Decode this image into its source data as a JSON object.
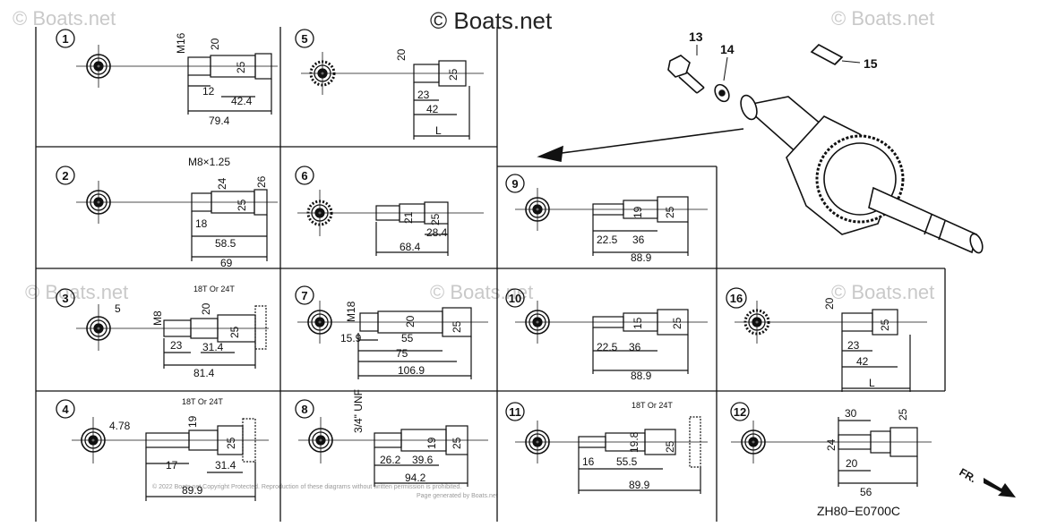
{
  "watermark": {
    "main": "© Boats.net",
    "corner": "© Boats.net"
  },
  "diagram_code": "ZH80−E0700C",
  "front_label": "FR.",
  "copyright_line1": "© 2022 Boats.net Copyright Protected. Reproduction of these diagrams without written permission is prohibited.",
  "copyright_line2": "Page generated by Boats.net",
  "callouts": [
    "1",
    "2",
    "3",
    "4",
    "5",
    "6",
    "7",
    "8",
    "9",
    "10",
    "11",
    "12",
    "13",
    "14",
    "15",
    "16"
  ],
  "cells": {
    "c1": {
      "m": "M16",
      "d1": "20",
      "d2": "25",
      "l1": "12",
      "l2": "42.4",
      "l3": "79.4"
    },
    "c2": {
      "thread": "M8×1.25",
      "d1": "24",
      "d2": "25",
      "d3": "26",
      "l1": "18",
      "l2": "58.5",
      "l3": "69"
    },
    "c3": {
      "key": "5",
      "m": "M8",
      "d1": "20",
      "d2": "25",
      "gear": "18T Or 24T",
      "l1": "23",
      "l2": "31.4",
      "l3": "81.4"
    },
    "c4": {
      "key": "4.78",
      "d1": "19",
      "d2": "25",
      "gear": "18T Or 24T",
      "l1": "17",
      "l2": "31.4",
      "l3": "89.9"
    },
    "c5": {
      "d1": "20",
      "d2": "25",
      "l1": "23",
      "l2": "42",
      "l3": "L"
    },
    "c6": {
      "d1": "21",
      "d2": "25",
      "l1": "28.4",
      "l2": "68.4"
    },
    "c7": {
      "m": "M18",
      "d1": "20",
      "d2": "25",
      "l1": "15.9",
      "l2": "55",
      "l3": "75",
      "l4": "106.9"
    },
    "c8": {
      "thread": "3/4\" UNF",
      "d1": "19",
      "d2": "25",
      "l1": "26.2",
      "l2": "39.6",
      "l3": "94.2"
    },
    "c9": {
      "d1": "19",
      "d2": "25",
      "l1": "22.5",
      "l2": "36",
      "l3": "88.9"
    },
    "c10": {
      "d1": "15",
      "d2": "25",
      "l1": "22.5",
      "l2": "36",
      "l3": "88.9"
    },
    "c11": {
      "d1": "19.8",
      "d2": "25",
      "gear": "18T Or 24T",
      "l1": "16",
      "l2": "55.5",
      "l3": "89.9"
    },
    "c12": {
      "d1": "24",
      "d2": "25",
      "l1": "30",
      "l2": "20",
      "l3": "56"
    },
    "c16": {
      "d1": "20",
      "d2": "25",
      "l1": "23",
      "l2": "42",
      "l3": "L"
    }
  }
}
